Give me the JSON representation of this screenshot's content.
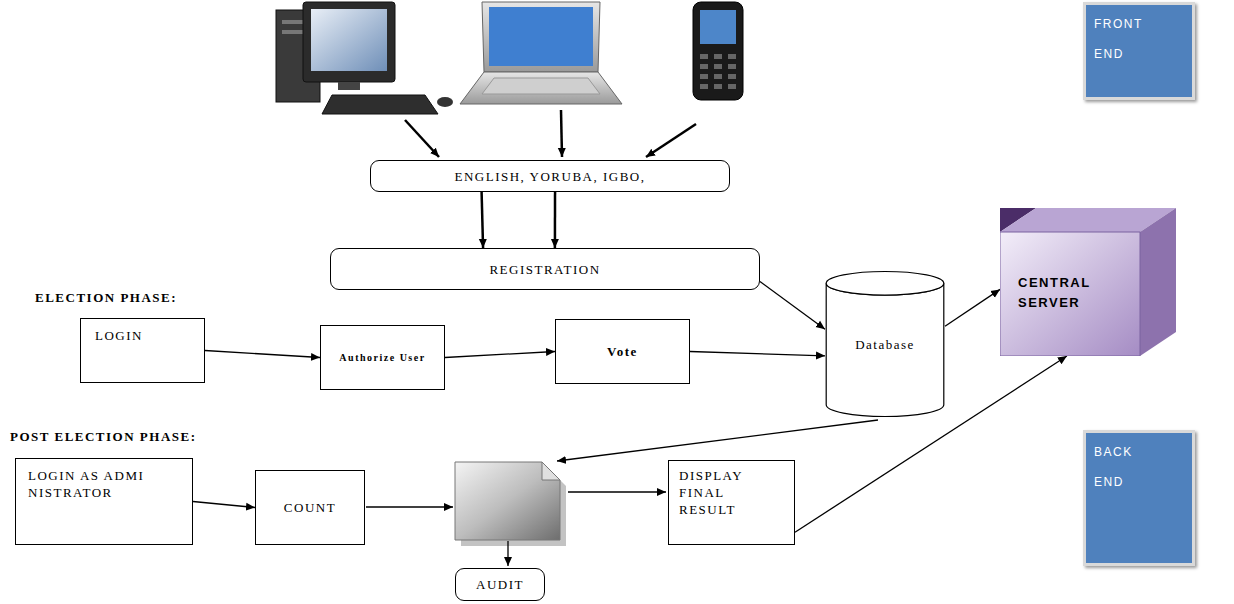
{
  "diagram": {
    "nodes": [
      {
        "text": [
          "FRONT END"
        ]
      },
      {
        "text": [
          "ENGLISH, YORUBA, IGBO,"
        ]
      },
      {
        "text": [
          "REGISTRATION"
        ]
      },
      {
        "text": [
          "Database"
        ]
      },
      {
        "text": [
          "CENTRAL SERVER"
        ]
      },
      {
        "text": [
          "LOGIN"
        ]
      },
      {
        "text": [
          "Authorize User"
        ]
      },
      {
        "text": [
          "Vote"
        ]
      },
      {
        "text": [
          "LOGIN AS ADMINISTRATOR"
        ]
      },
      {
        "text": [
          "COUNT"
        ]
      },
      {
        "text": [
          "DISPLAY FINAL RESULT"
        ]
      },
      {
        "text": [
          "AUDIT"
        ]
      },
      {
        "text": [
          "BACK END"
        ]
      }
    ],
    "edges": [
      {
        "from": 1,
        "to": 2,
        "arrow": "to"
      },
      {
        "from": 1,
        "to": 2,
        "arrow": "to"
      },
      {
        "from": 2,
        "to": 3,
        "arrow": "to"
      },
      {
        "from": 5,
        "to": 6,
        "arrow": "to"
      },
      {
        "from": 6,
        "to": 7,
        "arrow": "to"
      },
      {
        "from": 7,
        "to": 3,
        "arrow": "to"
      },
      {
        "from": 3,
        "to": 4,
        "arrow": "to"
      },
      {
        "from": 10,
        "to": 4,
        "arrow": "to"
      },
      {
        "from": 8,
        "to": 9,
        "arrow": "to"
      }
    ],
    "labels": [
      "ELECTION PHASE:",
      "POST ELECTION PHASE:"
    ]
  }
}
